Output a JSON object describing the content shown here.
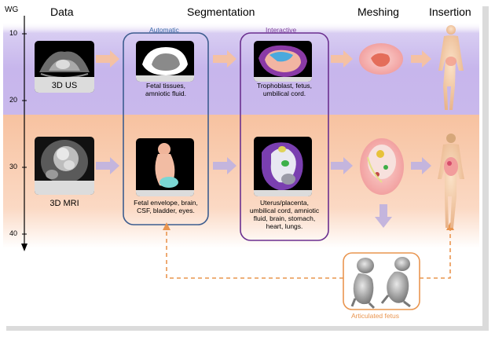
{
  "axis": {
    "unit": "WG",
    "ticks": [
      "10",
      "20",
      "30",
      "40"
    ]
  },
  "headers": {
    "data": "Data",
    "segmentation": "Segmentation",
    "meshing": "Meshing",
    "insertion": "Insertion"
  },
  "groups": {
    "automatic": "Automatic",
    "interactive": "Interactive",
    "articulated": "Articulated fetus"
  },
  "modalities": {
    "us": "3D US",
    "mri": "3D MRI"
  },
  "captions": {
    "auto_us": [
      "Fetal tissues,",
      "amniotic fluid."
    ],
    "interactive_us": [
      "Trophoblast, fetus,",
      "umbilical cord."
    ],
    "auto_mri": [
      "Fetal envelope, brain,",
      "CSF, bladder, eyes."
    ],
    "interactive_mri": [
      "Uterus/placenta,",
      "umbilical cord, amniotic",
      "fluid, brain, stomach,",
      "heart, lungs."
    ]
  },
  "colors": {
    "band_us": "#c9b8ec",
    "band_mri": "#f7c4a4",
    "automatic_frame": "#3d5d8f",
    "interactive_frame": "#6b2f8f",
    "arrow_us": "#f4c1a4",
    "arrow_mri": "#c4b5dd",
    "dashed": "#e9954f"
  }
}
